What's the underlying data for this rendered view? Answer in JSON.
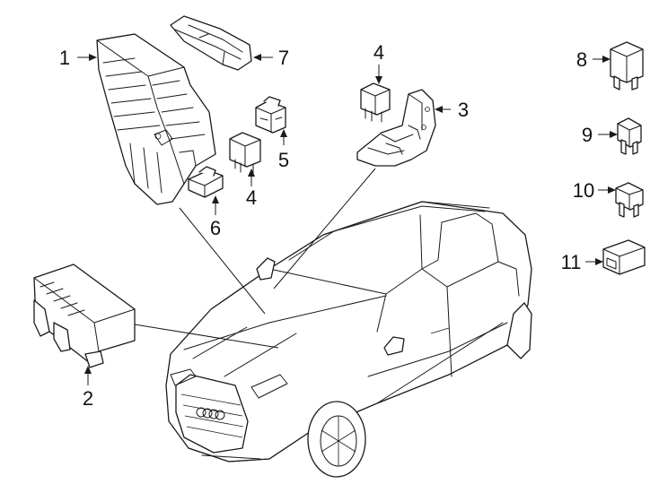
{
  "callouts": {
    "c1": "1",
    "c2": "2",
    "c3": "3",
    "c4a": "4",
    "c4b": "4",
    "c5": "5",
    "c6": "6",
    "c7": "7",
    "c8": "8",
    "c9": "9",
    "c10": "10",
    "c11": "11"
  },
  "colors": {
    "line": "#1a1a1a",
    "background": "#ffffff"
  }
}
